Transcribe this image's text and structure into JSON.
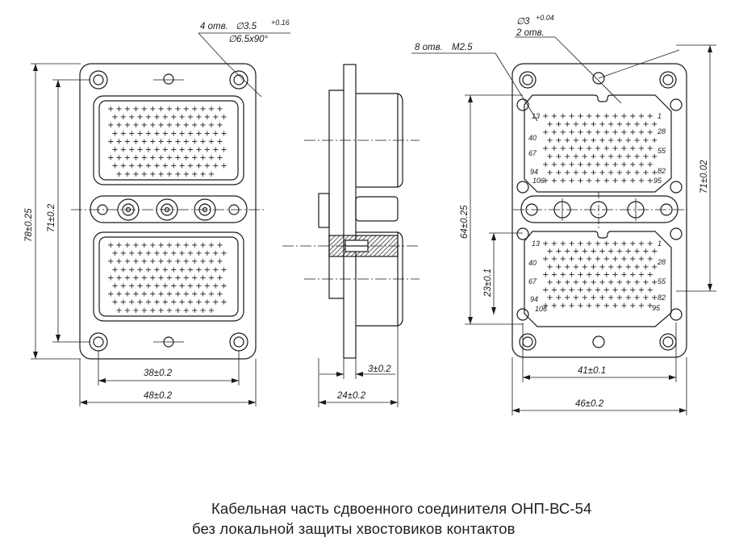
{
  "left_view": {
    "holes_label": "4 отв.",
    "hole_diameter": "∅3.5",
    "hole_tolerance": "+0.16",
    "chamfer": "∅6.5x90°",
    "height_outer": "78±0.25",
    "height_inner": "71±0.2",
    "width_inner": "38±0.2",
    "width_outer": "48±0.2"
  },
  "side_view": {
    "depth": "24±0.2",
    "flange": "3±0.2"
  },
  "right_view": {
    "thread_label": "8 отв.",
    "thread": "M2.5",
    "pin_holes_label": "2 отв.",
    "pin_diameter": "∅3",
    "pin_tolerance": "+0.04",
    "height_inner": "64±0.25",
    "block_height": "23±0.1",
    "height_outer": "71±0.02",
    "width_inner": "41±0.1",
    "width_outer": "46±0.2",
    "contact_numbers": [
      "13",
      "1",
      "40",
      "28",
      "67",
      "55",
      "94",
      "82",
      "106",
      "95"
    ]
  },
  "caption": {
    "line1": "Кабельная часть сдвоенного соединителя ОНП-ВС-54",
    "line2": "без локальной защиты хвостовиков контактов"
  }
}
